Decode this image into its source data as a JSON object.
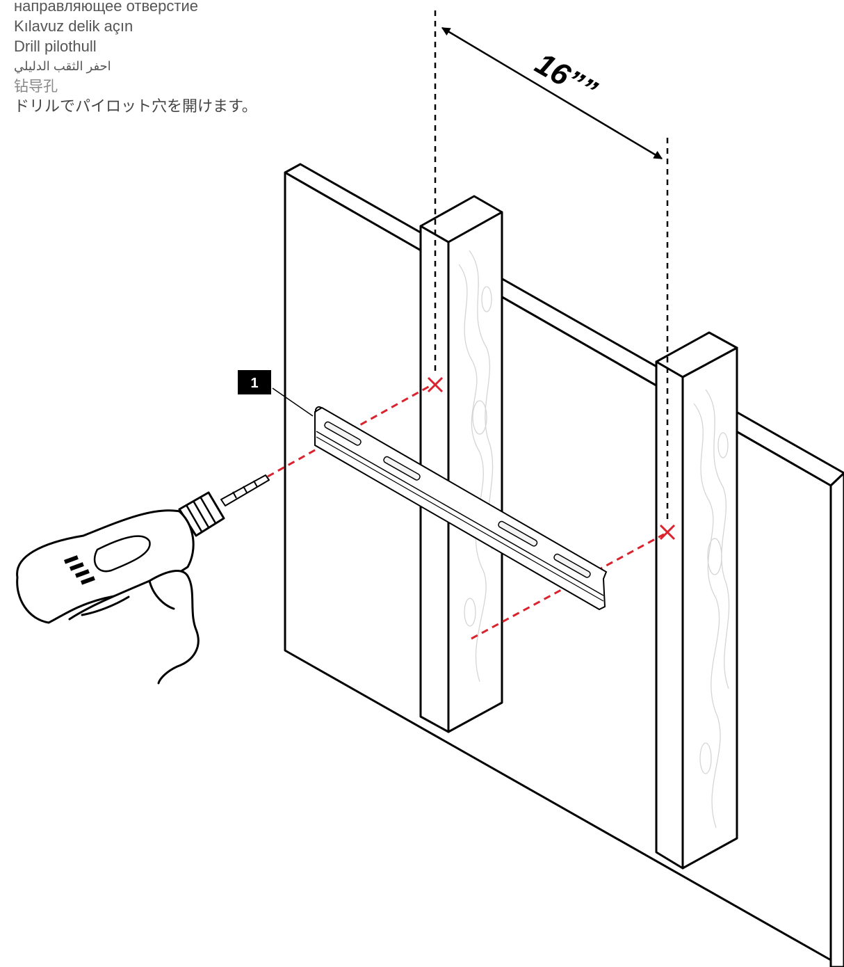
{
  "instructions": {
    "ru": "направляющее отверстие",
    "tr": "Kılavuz delik açın",
    "no": "Drill pilothull",
    "ar": "احفر الثقب الدليلي",
    "zh": "钻导孔",
    "ja": "ドリルでパイロット穴を開けます。"
  },
  "diagram": {
    "dimension_label": "16””",
    "callout_number": "1",
    "colors": {
      "line": "#000000",
      "drill_path": "#d9232e",
      "text": "#555555",
      "callout_bg": "#000000"
    },
    "icons": [
      "drill-icon",
      "hand-icon",
      "wall-mount-bracket",
      "wall-stud",
      "drill-mark-x"
    ]
  }
}
